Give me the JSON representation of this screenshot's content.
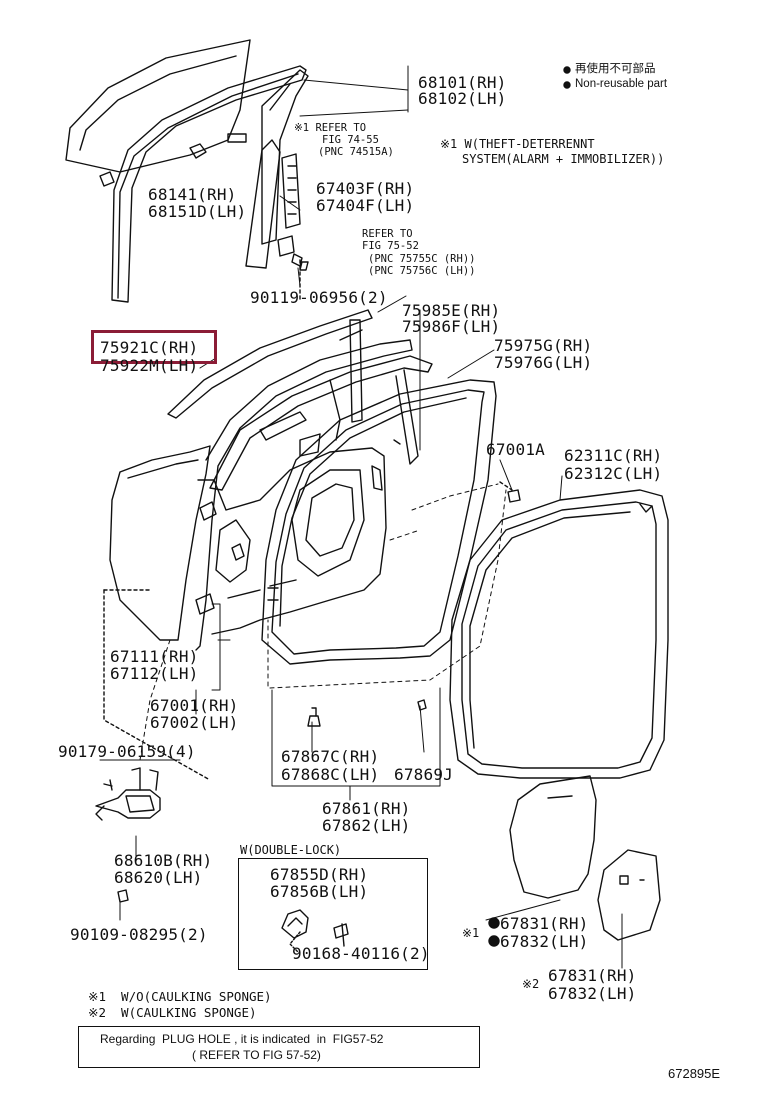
{
  "legend": {
    "reuse_jp": "再使用不可部品",
    "reuse_en": "Non-reusable part",
    "note1_line1": "※1 W(THEFT-DETERRENNT",
    "note1_line2": "SYSTEM(ALARM + IMMOBILIZER))"
  },
  "refs": {
    "fig74_l1": "※1 REFER TO",
    "fig74_l2": "FIG 74-55",
    "fig74_l3": "(PNC 74515A)",
    "fig75_l1": "REFER TO",
    "fig75_l2": "FIG 75-52",
    "fig75_l3": "(PNC 75755C (RH))",
    "fig75_l4": "(PNC 75756C (LH))"
  },
  "parts": {
    "p68101": "68101(RH)",
    "p68102": "68102(LH)",
    "p68141": "68141(RH)",
    "p68151": "68151D(LH)",
    "p67403": "67403F(RH)",
    "p67404": "67404F(LH)",
    "p90119": "90119-06956(2)",
    "p75985": "75985E(RH)",
    "p75986": "75986F(LH)",
    "p75921": "75921C(RH)",
    "p75922": "75922M(LH)",
    "p75975": "75975G(RH)",
    "p75976": "75976G(LH)",
    "p67001A": "67001A",
    "p62311": "62311C(RH)",
    "p62312": "62312C(LH)",
    "p67111": "67111(RH)",
    "p67112": "67112(LH)",
    "p67001": "67001(RH)",
    "p67002": "67002(LH)",
    "p90179": "90179-06159(4)",
    "p67867": "67867C(RH)",
    "p67868": "67868C(LH)",
    "p67869": "67869J",
    "p67861": "67861(RH)",
    "p67862": "67862(LH)",
    "p68610": "68610B(RH)",
    "p68620": "68620(LH)",
    "p90109": "90109-08295(2)",
    "p67855": "67855D(RH)",
    "p67856": "67856B(LH)",
    "p90168": "90168-40116(2)",
    "p67831a": "67831(RH)",
    "p67832a": "67832(LH)",
    "p67831b": "67831(RH)",
    "p67832b": "67832(LH)"
  },
  "marks": {
    "m1": "※1",
    "m2": "※2"
  },
  "boxes": {
    "double_lock": "W(DOUBLE-LOCK)"
  },
  "footnotes": {
    "f1": "※1  W/O(CAULKING SPONGE)",
    "f2": "※2  W(CAULKING SPONGE)"
  },
  "plug_note": {
    "line1": "Regarding  PLUG HOLE , it is indicated  in  FIG57-52",
    "line2": "( REFER TO FIG 57-52)"
  },
  "figure_id": "672895E",
  "highlight_color": "#8b1c36"
}
